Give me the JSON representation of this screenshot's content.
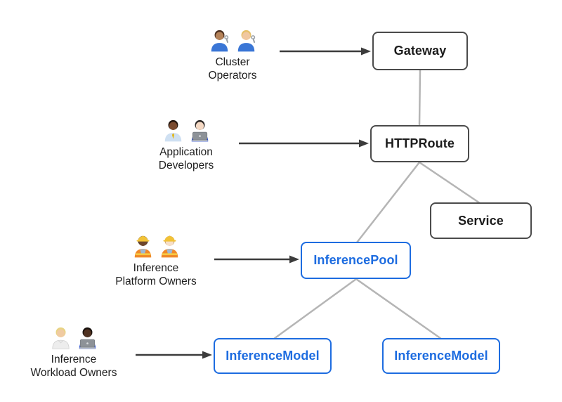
{
  "diagram": {
    "background": "#ffffff",
    "colors": {
      "blue": "#1d6ce0",
      "dark_border": "#4b4b4b",
      "node_text_dark": "#1c1c1c",
      "line_gray": "#b5b5b5",
      "arrow": "#3c3c3c",
      "helmet": "#f2c237",
      "vest": "#f08a2a",
      "stripe": "#f7d046",
      "laptop": "#8d9298",
      "wrench": "#9aa0a6",
      "tie": "#e3b50f"
    },
    "personas": [
      {
        "id": "cluster-operators",
        "line1": "Cluster",
        "line2": "Operators",
        "emoji": "👨🏽‍🔧 👩🏼‍🔧",
        "people": [
          {
            "skin": "#b5835a",
            "hair": "#4f3222",
            "shirt": "#3a76d6",
            "acc": "wrench"
          },
          {
            "skin": "#f0c7a0",
            "hair": "#e6c06a",
            "shirt": "#3a76d6",
            "acc": "wrench"
          }
        ]
      },
      {
        "id": "application-developers",
        "line1": "Application",
        "line2": "Developers",
        "emoji": "👨🏾‍💼 👩🏻‍💻",
        "people": [
          {
            "skin": "#7a4a2e",
            "hair": "#23150d",
            "shirt": "#cfe0f2",
            "acc": "tie"
          },
          {
            "skin": "#f5d9c4",
            "hair": "#2f2a28",
            "shirt": "#2b4fd0",
            "acc": "laptop"
          }
        ]
      },
      {
        "id": "inference-platform-owners",
        "line1": "Inference",
        "line2": "Platform Owners",
        "emoji": "👷🏾‍♀️ 👷🏻",
        "people": [
          {
            "skin": "#6e462c",
            "hair": "#3a241a",
            "shirt": "#9db8d6",
            "acc": "helmet",
            "vest": true
          },
          {
            "skin": "#f7dfc8",
            "hair": "#c9a36a",
            "shirt": "#9db8d6",
            "acc": "helmet",
            "vest": true
          }
        ]
      },
      {
        "id": "inference-workload-owners",
        "line1": "Inference",
        "line2": "Workload Owners",
        "emoji": "🧑🏼‍⚕️ 🧑🏿‍💻",
        "people": [
          {
            "skin": "#f0cba2",
            "hair": "#e8d382",
            "shirt": "#ededed",
            "acc": "coat"
          },
          {
            "skin": "#503221",
            "hair": "#17100c",
            "shirt": "#2b4fd0",
            "acc": "laptop"
          }
        ]
      }
    ],
    "nodes": [
      {
        "id": "gateway",
        "label": "Gateway",
        "style": "dark"
      },
      {
        "id": "httproute",
        "label": "HTTPRoute",
        "style": "dark"
      },
      {
        "id": "service",
        "label": "Service",
        "style": "dark"
      },
      {
        "id": "inferencepool",
        "label": "InferencePool",
        "style": "blue"
      },
      {
        "id": "inferencemodel-1",
        "label": "InferenceModel",
        "style": "blue"
      },
      {
        "id": "inferencemodel-2",
        "label": "InferenceModel",
        "style": "blue"
      }
    ],
    "edges": [
      {
        "from": "gateway",
        "to": "httproute"
      },
      {
        "from": "httproute",
        "to": "inferencepool"
      },
      {
        "from": "httproute",
        "to": "service"
      },
      {
        "from": "inferencepool",
        "to": "inferencemodel-1"
      },
      {
        "from": "inferencepool",
        "to": "inferencemodel-2"
      }
    ],
    "actor_arrows": [
      {
        "from": "cluster-operators",
        "to": "gateway"
      },
      {
        "from": "application-developers",
        "to": "httproute"
      },
      {
        "from": "inference-platform-owners",
        "to": "inferencepool"
      },
      {
        "from": "inference-workload-owners",
        "to": "inferencemodel-1"
      }
    ]
  }
}
